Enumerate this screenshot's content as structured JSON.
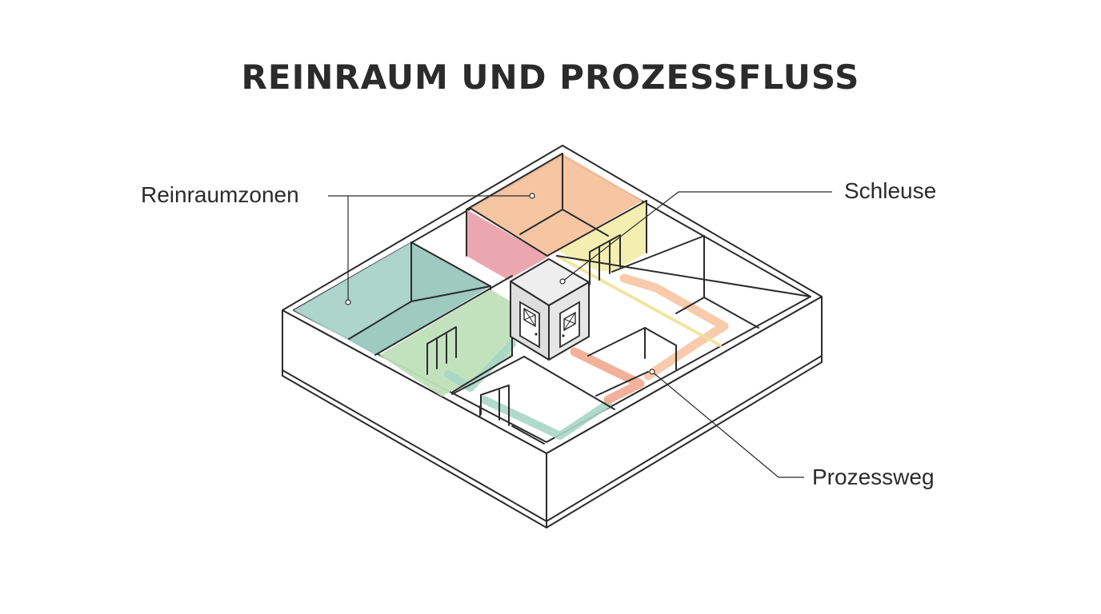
{
  "title": "REINRAUM UND PROZESSFLUSS",
  "labels": {
    "zones": "Reinraumzonen",
    "airlock": "Schleuse",
    "process_path": "Prozessweg"
  },
  "colors": {
    "zone_teal": "#a9d3c9",
    "zone_green": "#bfe0b9",
    "zone_orange": "#f5c29d",
    "zone_pink": "#e9a2ac",
    "zone_yellow": "#f3edac",
    "airlock_top": "#eeeeee",
    "path_teal": "#a8d6c8",
    "path_salmon": "#f1a890",
    "path_orange": "#f6c5a2",
    "outline": "#2b2b2b"
  }
}
